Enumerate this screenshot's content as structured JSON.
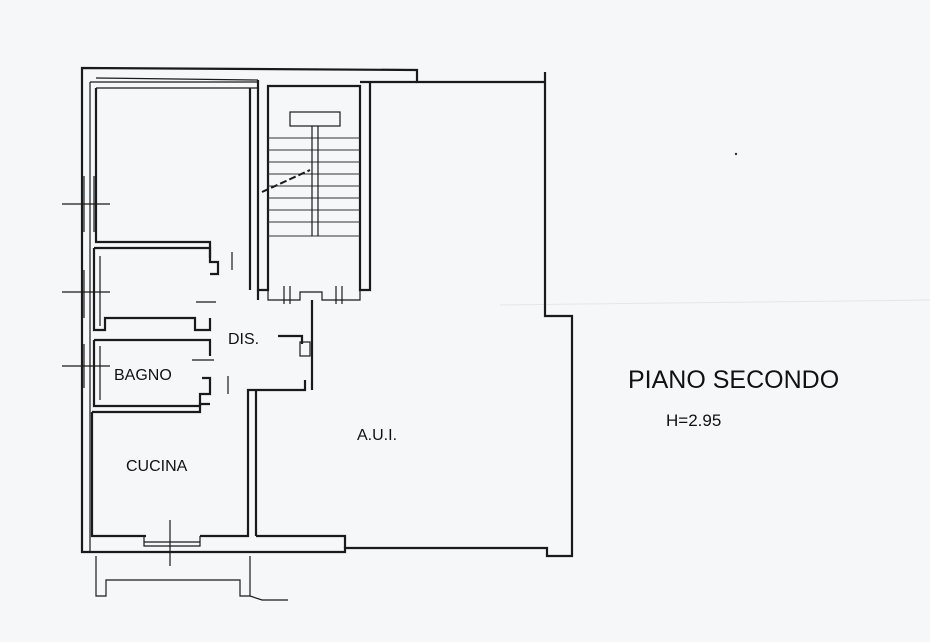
{
  "plan": {
    "title": "PIANO SECONDO",
    "height_label": "H=2.95",
    "rooms": {
      "dis": "DIS.",
      "bagno": "BAGNO",
      "cucina": "CUCINA",
      "aui": "A.U.I."
    }
  }
}
